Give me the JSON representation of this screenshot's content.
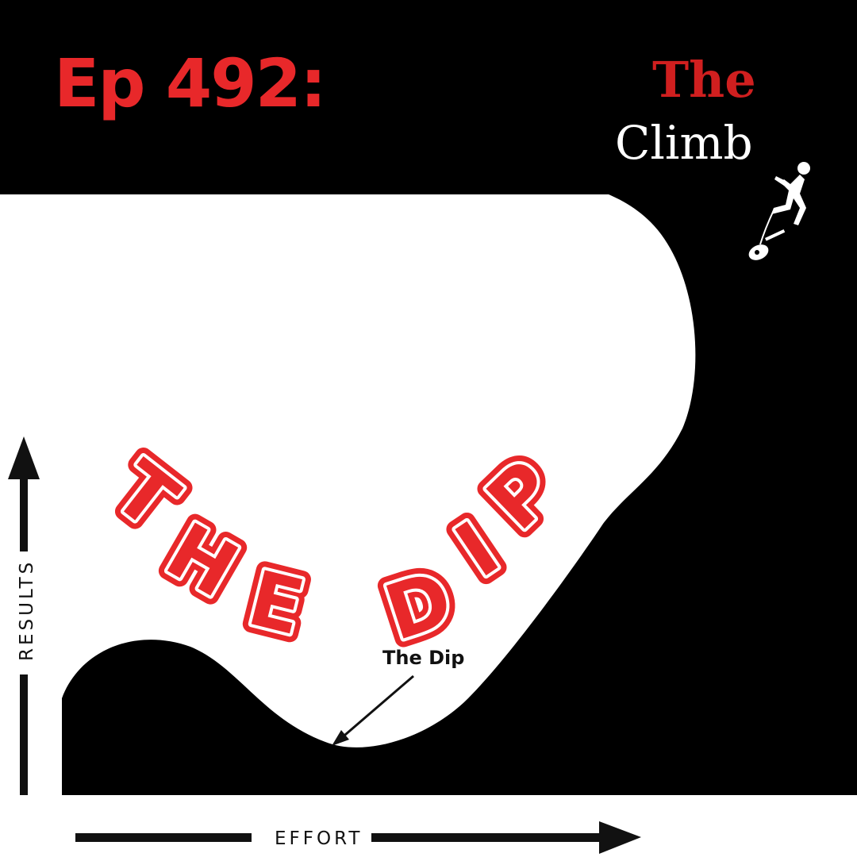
{
  "episode": {
    "label": "Ep 492:"
  },
  "logo": {
    "word_top": "The",
    "word_bottom": "Climb"
  },
  "title": {
    "letters": [
      "T",
      "H",
      "E",
      "D",
      "I",
      "P"
    ]
  },
  "graph": {
    "dip_label": "The Dip",
    "y_axis_label": "RESULTS",
    "x_axis_label": "EFFORT"
  },
  "colors": {
    "background": "#000000",
    "accent_red": "#e8282a",
    "logo_red": "#d01f1f",
    "white": "#ffffff"
  },
  "icons": [
    "climber-icon",
    "guitar-icon"
  ]
}
